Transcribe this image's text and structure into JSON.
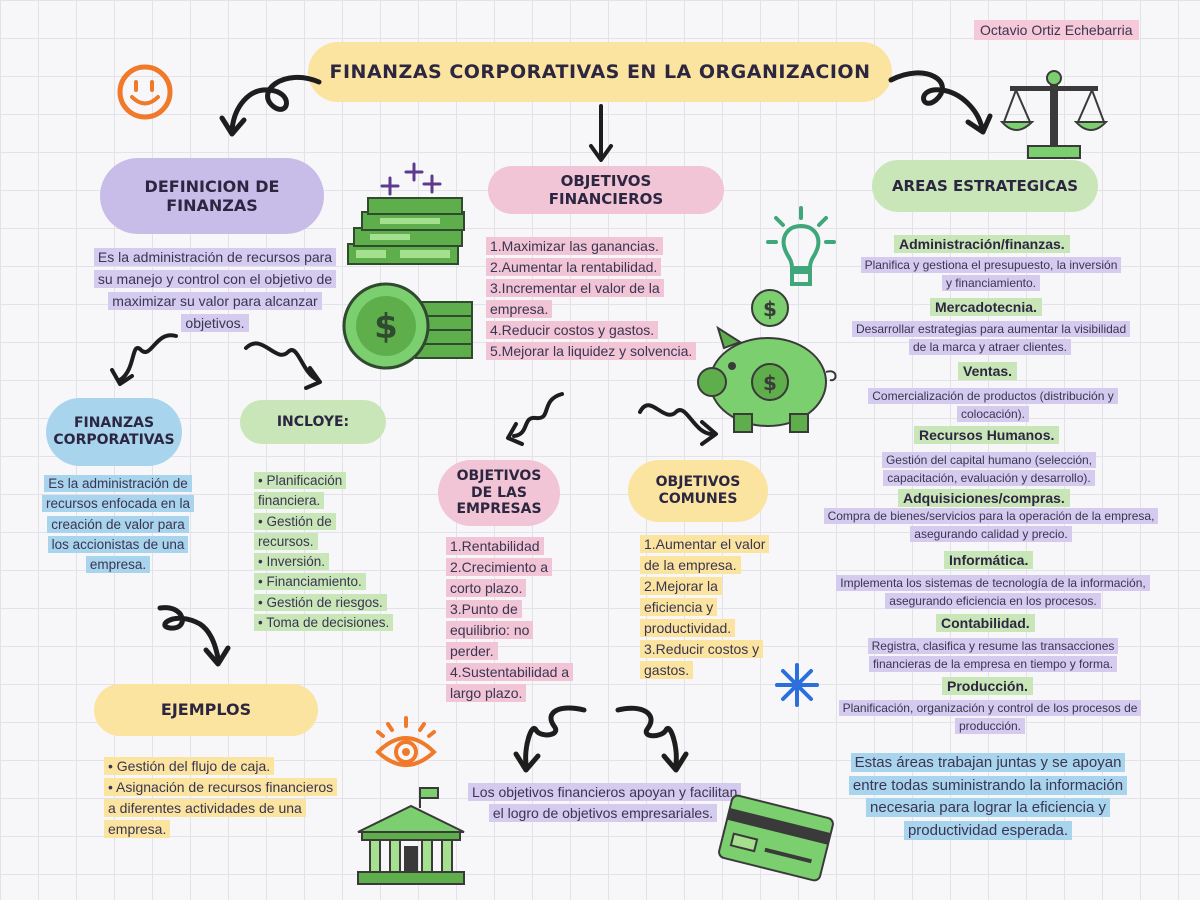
{
  "author": "Octavio Ortiz Echebarria",
  "title": "FINANZAS CORPORATIVAS EN LA ORGANIZACION",
  "definicion": {
    "title": "DEFINICION DE FINANZAS",
    "text": "Es la administración de recursos para su manejo y control con el objetivo de maximizar su valor para alcanzar objetivos."
  },
  "finanzas_corporativas": {
    "title": "FINANZAS CORPORATIVAS",
    "text": "Es la administración de recursos enfocada en la creación de valor para los accionistas de una empresa."
  },
  "incluye": {
    "title": "INCLOYE:",
    "items": [
      "Planificación financiera.",
      "Gestión de recursos.",
      "Inversión.",
      "Financiamiento.",
      "Gestión de riesgos.",
      "Toma de decisiones."
    ]
  },
  "ejemplos": {
    "title": "EJEMPLOS",
    "items": [
      "Gestión del flujo de caja.",
      "Asignación de recursos financieros a diferentes actividades de una empresa."
    ]
  },
  "objetivos_financieros": {
    "title": "OBJETIVOS FINANCIEROS",
    "items": [
      "1.Maximizar las ganancias.",
      "2.Aumentar la rentabilidad.",
      "3.Incrementar el valor de la empresa.",
      "4.Reducir costos y gastos.",
      "5.Mejorar la liquidez y solvencia."
    ]
  },
  "objetivos_empresas": {
    "title": "OBJETIVOS DE LAS EMPRESAS",
    "items": [
      "1.Rentabilidad",
      "2.Crecimiento a corto plazo.",
      "3.Punto de equilibrio: no perder.",
      "4.Sustentabilidad a largo plazo."
    ]
  },
  "objetivos_comunes": {
    "title": "OBJETIVOS COMUNES",
    "items": [
      "1.Aumentar el valor de la empresa.",
      "2.Mejorar la eficiencia y productividad.",
      "3.Reducir costos y gastos."
    ]
  },
  "conclusion_objetivos": "Los objetivos financieros apoyan y facilitan el logro de objetivos empresariales.",
  "areas": {
    "title": "AREAS ESTRATEGICAS",
    "items": [
      {
        "name": "Administración/finanzas.",
        "desc": "Planifica y gestiona el presupuesto, la inversión y financiamiento."
      },
      {
        "name": "Mercadotecnia.",
        "desc": "Desarrollar estrategias para aumentar la visibilidad de la marca y atraer clientes."
      },
      {
        "name": "Ventas.",
        "desc": "Comercialización de productos (distribución y colocación)."
      },
      {
        "name": "Recursos Humanos.",
        "desc": "Gestión del capital humano (selección, capacitación, evaluación y desarrollo)."
      },
      {
        "name": "Adquisiciones/compras.",
        "desc": "Compra de bienes/servicios para la operación de la empresa, asegurando calidad y precio."
      },
      {
        "name": "Informática.",
        "desc": "Implementa los sistemas de tecnología de la información, asegurando eficiencia en los procesos."
      },
      {
        "name": "Contabilidad.",
        "desc": "Registra, clasifica y resume las transacciones financieras de la empresa en tiempo y forma."
      },
      {
        "name": "Producción.",
        "desc": "Planificación, organización y control de los procesos de producción."
      }
    ],
    "conclusion": "Estas áreas trabajan juntas y se apoyan entre todas suministrando la información necesaria para lograr la eficiencia y productividad esperada."
  },
  "colors": {
    "title_yellow": "#fbe4a0",
    "definition_purple": "#c8bce9",
    "corporate_blue": "#a9d4ee",
    "includes_green": "#c9e6b8",
    "objectives_pink": "#f1c4d6",
    "common_yellow": "#fbe4a0",
    "icon_green": "#7ccf6e",
    "icon_orange": "#f07a2a"
  }
}
